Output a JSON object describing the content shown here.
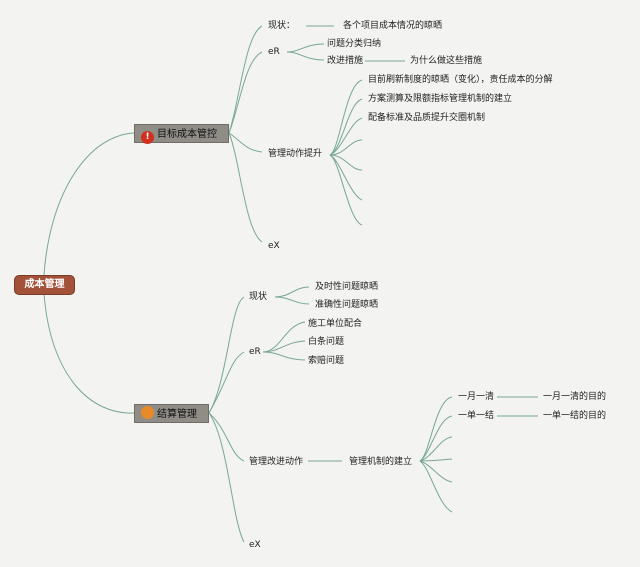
{
  "root": "成本管理",
  "n1": {
    "label": "目标成本管控",
    "badge": "!",
    "status_label": "现状：",
    "status_value": "各个项目成本情况的晾晒",
    "er": "eR",
    "er_items": [
      "问题分类归纳",
      "改进措施"
    ],
    "er_note": "为什么做这些措施",
    "action": "管理动作提升",
    "action_items": [
      "目前刷新制度的晾晒（变化），责任成本的分解",
      "方案测算及限额指标管理机制的建立",
      "配备标准及品质提升交圈机制"
    ],
    "ex": "eX"
  },
  "n2": {
    "label": "结算管理",
    "status_label": "现状",
    "status_items": [
      "及时性问题晾晒",
      "准确性问题晾晒"
    ],
    "er": "eR",
    "er_items": [
      "施工单位配合",
      "白条问题",
      "索赔问题"
    ],
    "action": "管理改进动作",
    "mech": "管理机制的建立",
    "mech_items": [
      "一月一清",
      "一单一结"
    ],
    "mech_notes": [
      "一月一清的目的",
      "一单一结的目的"
    ],
    "ex": "eX"
  },
  "colors": {
    "line": "#79a893",
    "root": "#a4513a",
    "node": "#8f8d86"
  }
}
